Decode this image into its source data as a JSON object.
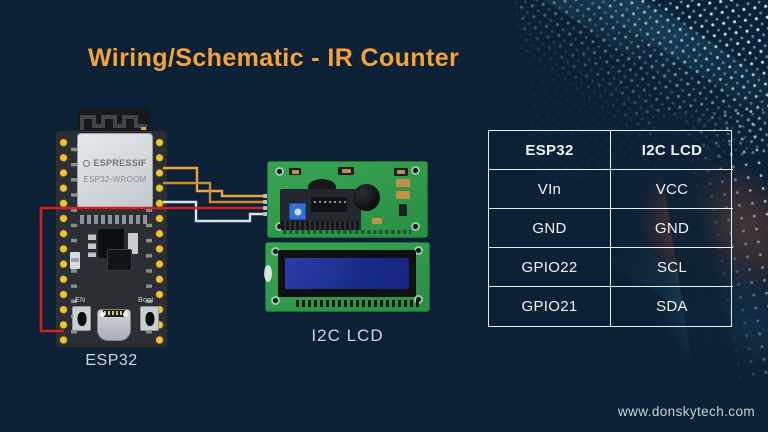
{
  "title": "Wiring/Schematic - IR Counter",
  "esp32_board": {
    "label": "ESP32",
    "brand": "ESPRESSIF",
    "module": "ESP32-WROOM",
    "en_button": "EN",
    "boot_button": "Boot"
  },
  "lcd_module": {
    "label": "I2C LCD"
  },
  "pin_table": {
    "headers": [
      "ESP32",
      "I2C LCD"
    ],
    "rows": [
      [
        "VIn",
        "VCC"
      ],
      [
        "GND",
        "GND"
      ],
      [
        "GPIO22",
        "SCL"
      ],
      [
        "GPIO21",
        "SDA"
      ]
    ]
  },
  "footer": {
    "website": "www.donskytech.com"
  },
  "colors": {
    "background": "#0d2136",
    "accent_orange": "#F3A337",
    "wire_red": "#d42020",
    "wire_orange": "#eca43f",
    "wire_tan": "#c78f35",
    "wire_white": "#d8e4ea",
    "pcb_green": "#2f9a4b",
    "pin_gold": "#f0c42a"
  }
}
